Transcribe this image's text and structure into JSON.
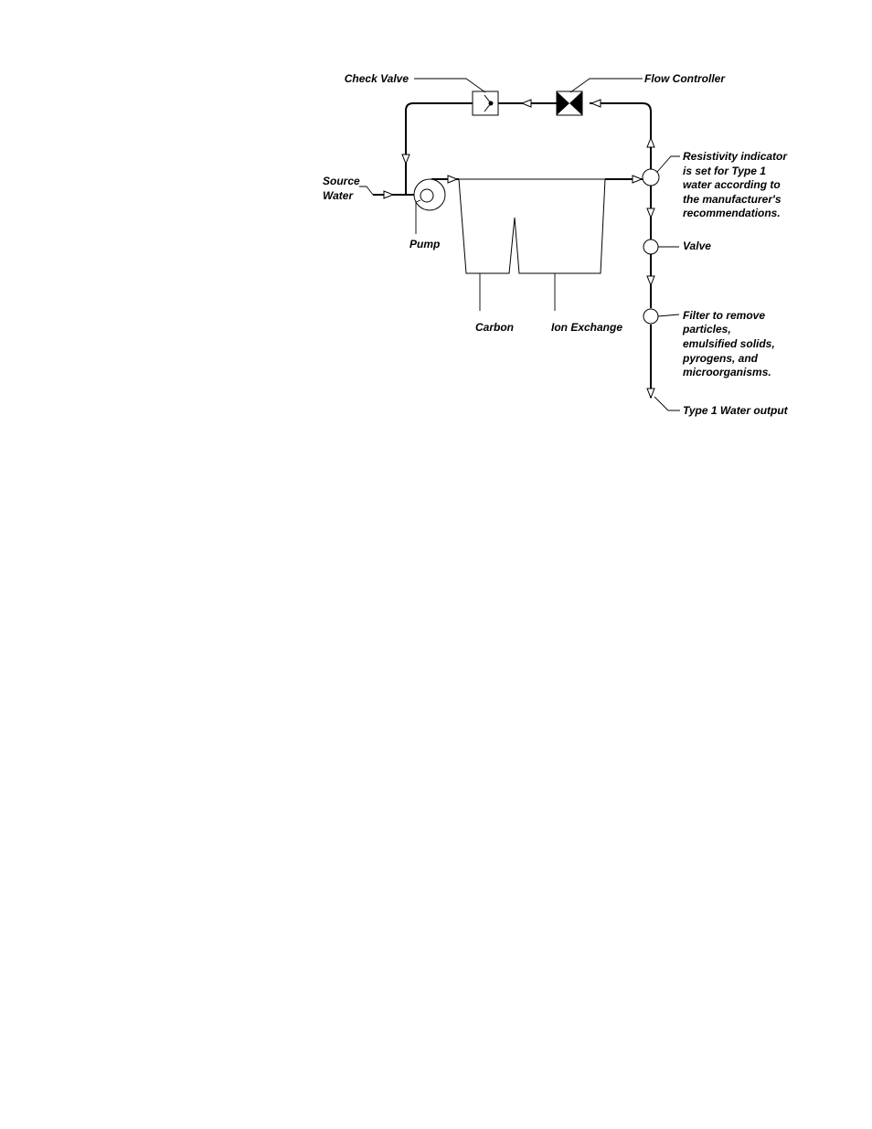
{
  "diagram": {
    "labels": {
      "check_valve": "Check Valve",
      "flow_controller": "Flow Controller",
      "source_water": [
        "Source",
        "Water"
      ],
      "pump": "Pump",
      "carbon": "Carbon",
      "ion_exchange": "Ion Exchange",
      "resistivity": [
        "Resistivity indicator",
        "is set for Type 1",
        "water according to",
        "the manufacturer's",
        "recommendations."
      ],
      "valve": "Valve",
      "filter": [
        "Filter to remove",
        "particles,",
        "emulsified solids,",
        "pyrogens, and",
        "microorganisms."
      ],
      "output": "Type 1 Water output"
    },
    "colors": {
      "line": "#000000",
      "background": "#ffffff"
    }
  }
}
